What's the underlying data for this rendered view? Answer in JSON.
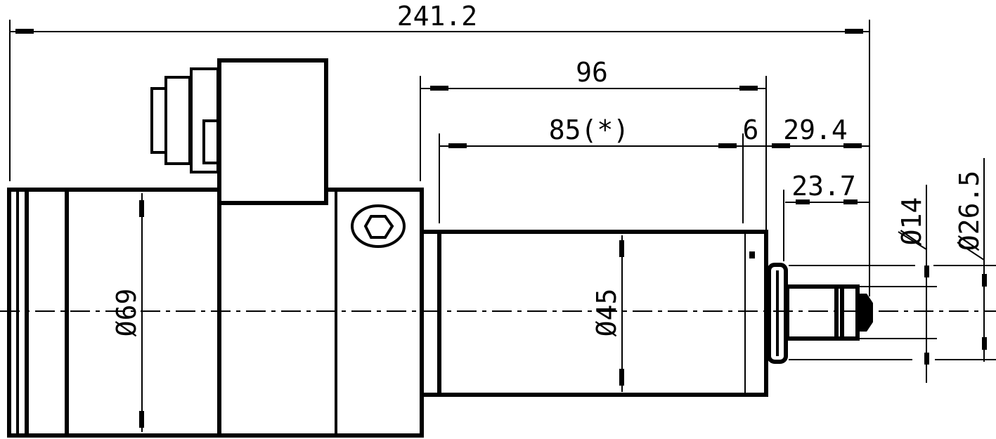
{
  "drawing": {
    "line_color": "#000000",
    "background": "#ffffff",
    "dimensions": {
      "overall_length": "241.2",
      "body_length": "96",
      "housing_length": "85(*)",
      "flange_gap": "6",
      "nose_length": "29.4",
      "shaft_length": "23.7",
      "main_diameter": "Ø69",
      "housing_diameter": "Ø45",
      "shaft_diameter": "Ø14",
      "flange_diameter": "Ø26.5"
    }
  }
}
